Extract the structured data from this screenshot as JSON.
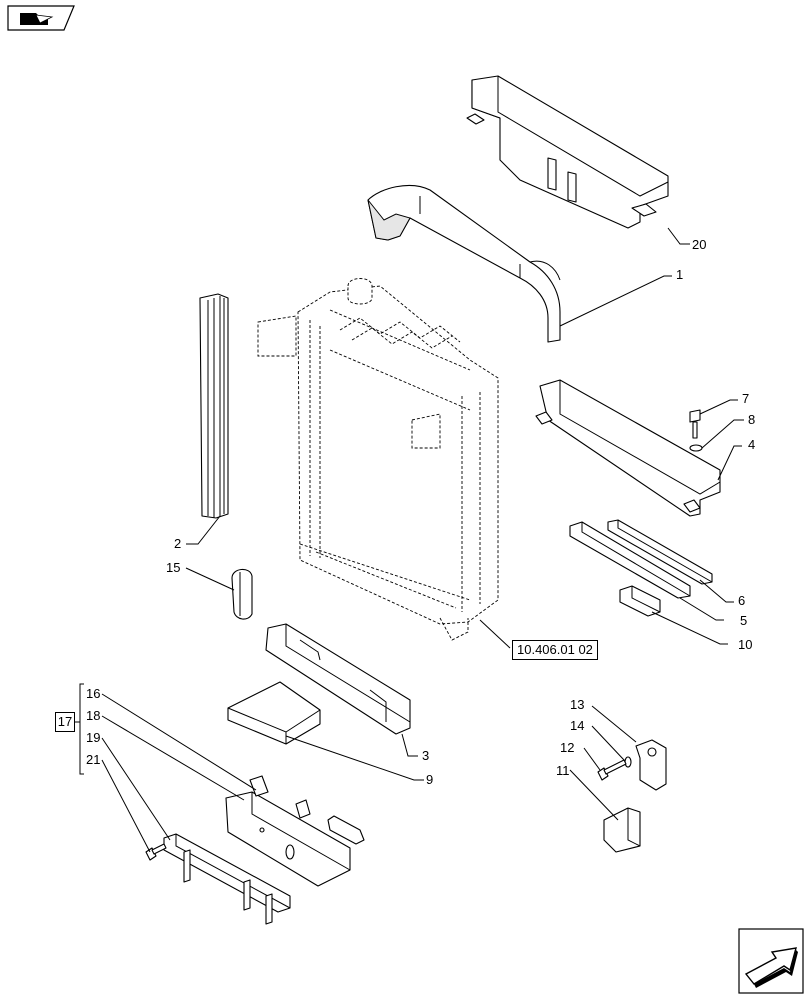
{
  "diagram": {
    "callouts": [
      "1",
      "2",
      "3",
      "4",
      "5",
      "6",
      "7",
      "8",
      "9",
      "10",
      "11",
      "12",
      "13",
      "14",
      "15",
      "16",
      "18",
      "19",
      "20",
      "21"
    ],
    "group_label": "17",
    "reference": "10.406.01 02"
  },
  "nav": {
    "back_icon": "book-back-icon",
    "next_icon": "next-page-arrow-icon"
  }
}
